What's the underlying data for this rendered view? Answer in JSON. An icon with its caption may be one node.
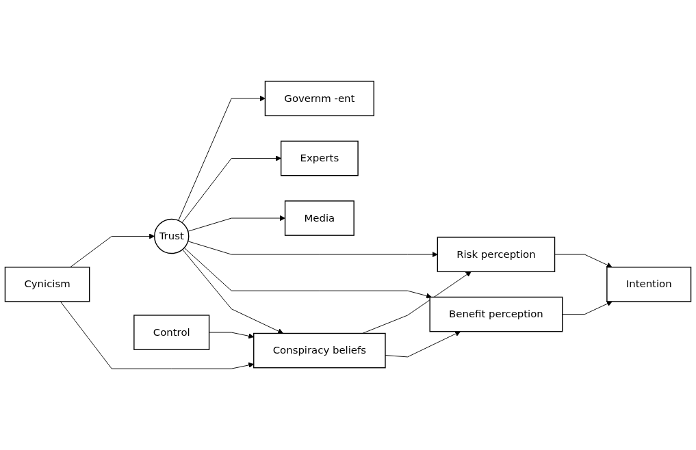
{
  "diagram": {
    "nodes": [
      {
        "text": [
          "Governm -ent"
        ]
      },
      {
        "text": [
          "Experts"
        ]
      },
      {
        "text": [
          "Media"
        ]
      },
      {
        "text": [
          "Cynicism"
        ]
      },
      {
        "text": [
          "Trust"
        ]
      },
      {
        "text": [
          "Risk perception"
        ]
      },
      {
        "text": [
          "Intention"
        ]
      },
      {
        "text": [
          "Control"
        ]
      },
      {
        "text": [
          "Conspiracy beliefs"
        ]
      },
      {
        "text": [
          "Benefit perception"
        ]
      }
    ],
    "edges": [
      {
        "from": 4,
        "to": 0,
        "arrow": "to"
      },
      {
        "from": 4,
        "to": 1,
        "arrow": "to"
      },
      {
        "from": 4,
        "to": 2,
        "arrow": "to"
      },
      {
        "from": 3,
        "to": 4,
        "arrow": "to"
      },
      {
        "from": 3,
        "to": 8,
        "arrow": "to"
      },
      {
        "from": 4,
        "to": 5,
        "arrow": "to"
      },
      {
        "from": 4,
        "to": 9,
        "arrow": "to"
      },
      {
        "from": 4,
        "to": 8,
        "arrow": "to"
      },
      {
        "from": 7,
        "to": 8,
        "arrow": "to"
      },
      {
        "from": 8,
        "to": 5,
        "arrow": "to"
      },
      {
        "from": 8,
        "to": 9,
        "arrow": "to"
      },
      {
        "from": 5,
        "to": 6,
        "arrow": "to"
      },
      {
        "from": 9,
        "to": 6,
        "arrow": "to"
      }
    ]
  }
}
